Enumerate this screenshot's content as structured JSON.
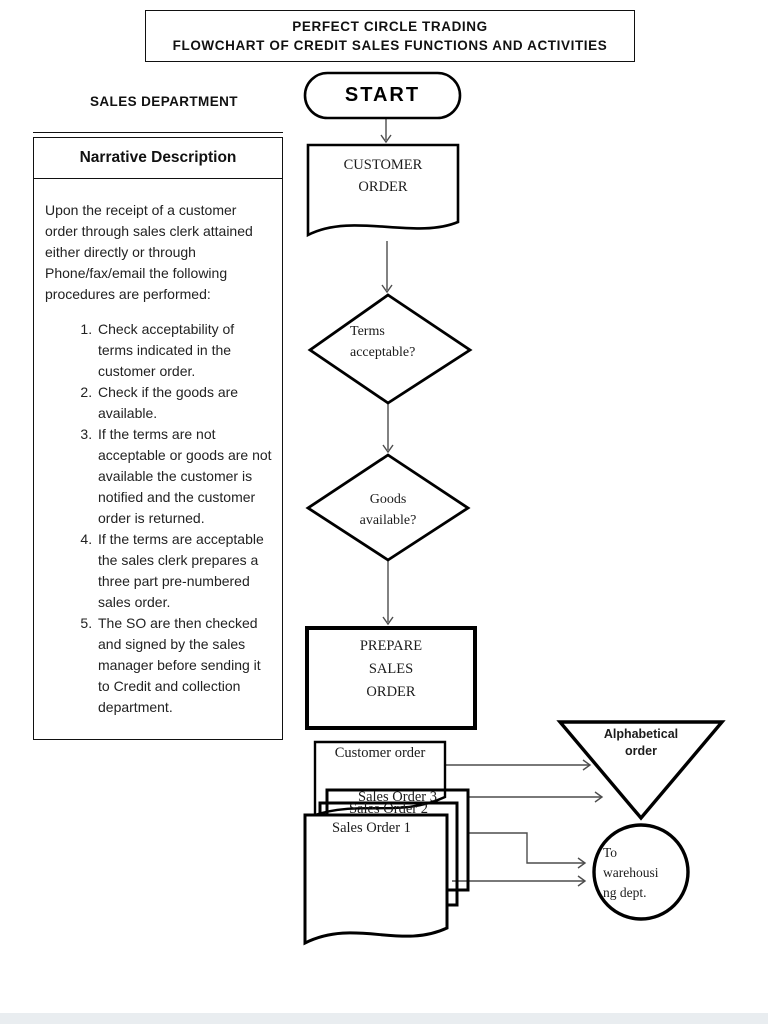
{
  "header": {
    "title_line1": "PERFECT CIRCLE TRADING",
    "title_line2": "FLOWCHART OF CREDIT SALES FUNCTIONS AND ACTIVITIES",
    "department": "SALES DEPARTMENT"
  },
  "narrative": {
    "header": "Narrative Description",
    "intro": "Upon the receipt of a customer order through sales clerk attained either directly or through Phone/fax/email the following procedures are performed:",
    "steps": [
      "Check acceptability of terms indicated in the customer order.",
      "Check if the goods are available.",
      "If the terms are not acceptable or goods are not available the customer is notified and the customer order is returned.",
      "If the terms are acceptable the sales clerk prepares a three part pre-numbered sales order.",
      "The SO are then checked and signed by the sales manager before sending it to Credit and collection department."
    ]
  },
  "flowchart": {
    "start_label": "START",
    "customer_order_doc": "CUSTOMER\nORDER",
    "decision_terms": "Terms\nacceptable?",
    "decision_goods": "Goods\navailable?",
    "process_prepare": "PREPARE\nSALES\nORDER",
    "doc_customer_order": "Customer order",
    "doc_sales_order_3": "Sales Order 3",
    "doc_sales_order_2": "Sales Order 2",
    "doc_sales_order_1": "Sales Order 1",
    "file_alphabetical": "Alphabetical\norder",
    "offpage_warehouse": "To\nwarehousi\nng dept.",
    "colors": {
      "shape_stroke": "#000000",
      "connector": "#4d4d4d"
    }
  }
}
